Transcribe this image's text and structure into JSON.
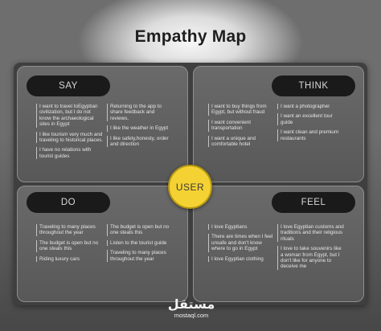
{
  "title": "Empathy Map",
  "center_label": "USER",
  "quadrants": {
    "say": {
      "label": "SAY",
      "col1": [
        "I want to travel toEgyptian civilization, but I do not know the archaeological sites in Egypt",
        "I like tourism very much and traveling to historical places.",
        "I have no relations with tourist guides"
      ],
      "col2": [
        "Returning to the app to share feedback and reviews.",
        "I like the weather in Egypt",
        "I like safety,honesty, order and direction"
      ]
    },
    "think": {
      "label": "THINK",
      "col1": [
        "I want to buy things from Egypt, but without fraud",
        "I want convenient transportation",
        "I want a unique and comfortable hotel"
      ],
      "col2": [
        "I want a photographer",
        "I want an excellent tour guide",
        "I want clean and premium restaurants"
      ]
    },
    "do": {
      "label": "DO",
      "col1": [
        "Traveling to many places throughout the year",
        "The budget is open but no one steals this",
        "Riding luxury cars"
      ],
      "col2": [
        "The budget is open but no one steals this",
        "Listen to the tourist guide",
        "Traveling to many places throughout the year"
      ]
    },
    "feel": {
      "label": "FEEL",
      "col1": [
        "I love Egyptians",
        "There are times when I feel unsafe and don't know where to go in Egypt",
        "I love Egyptian clothing"
      ],
      "col2": [
        "I love Egyptian customs and traditions and their religious rituals",
        "I love to take souvenirs like a woman from Egypt, but I don't like for anyone to deceive me"
      ]
    }
  },
  "brand": {
    "arabic": "مستقل",
    "latin": "mostaql.com"
  }
}
